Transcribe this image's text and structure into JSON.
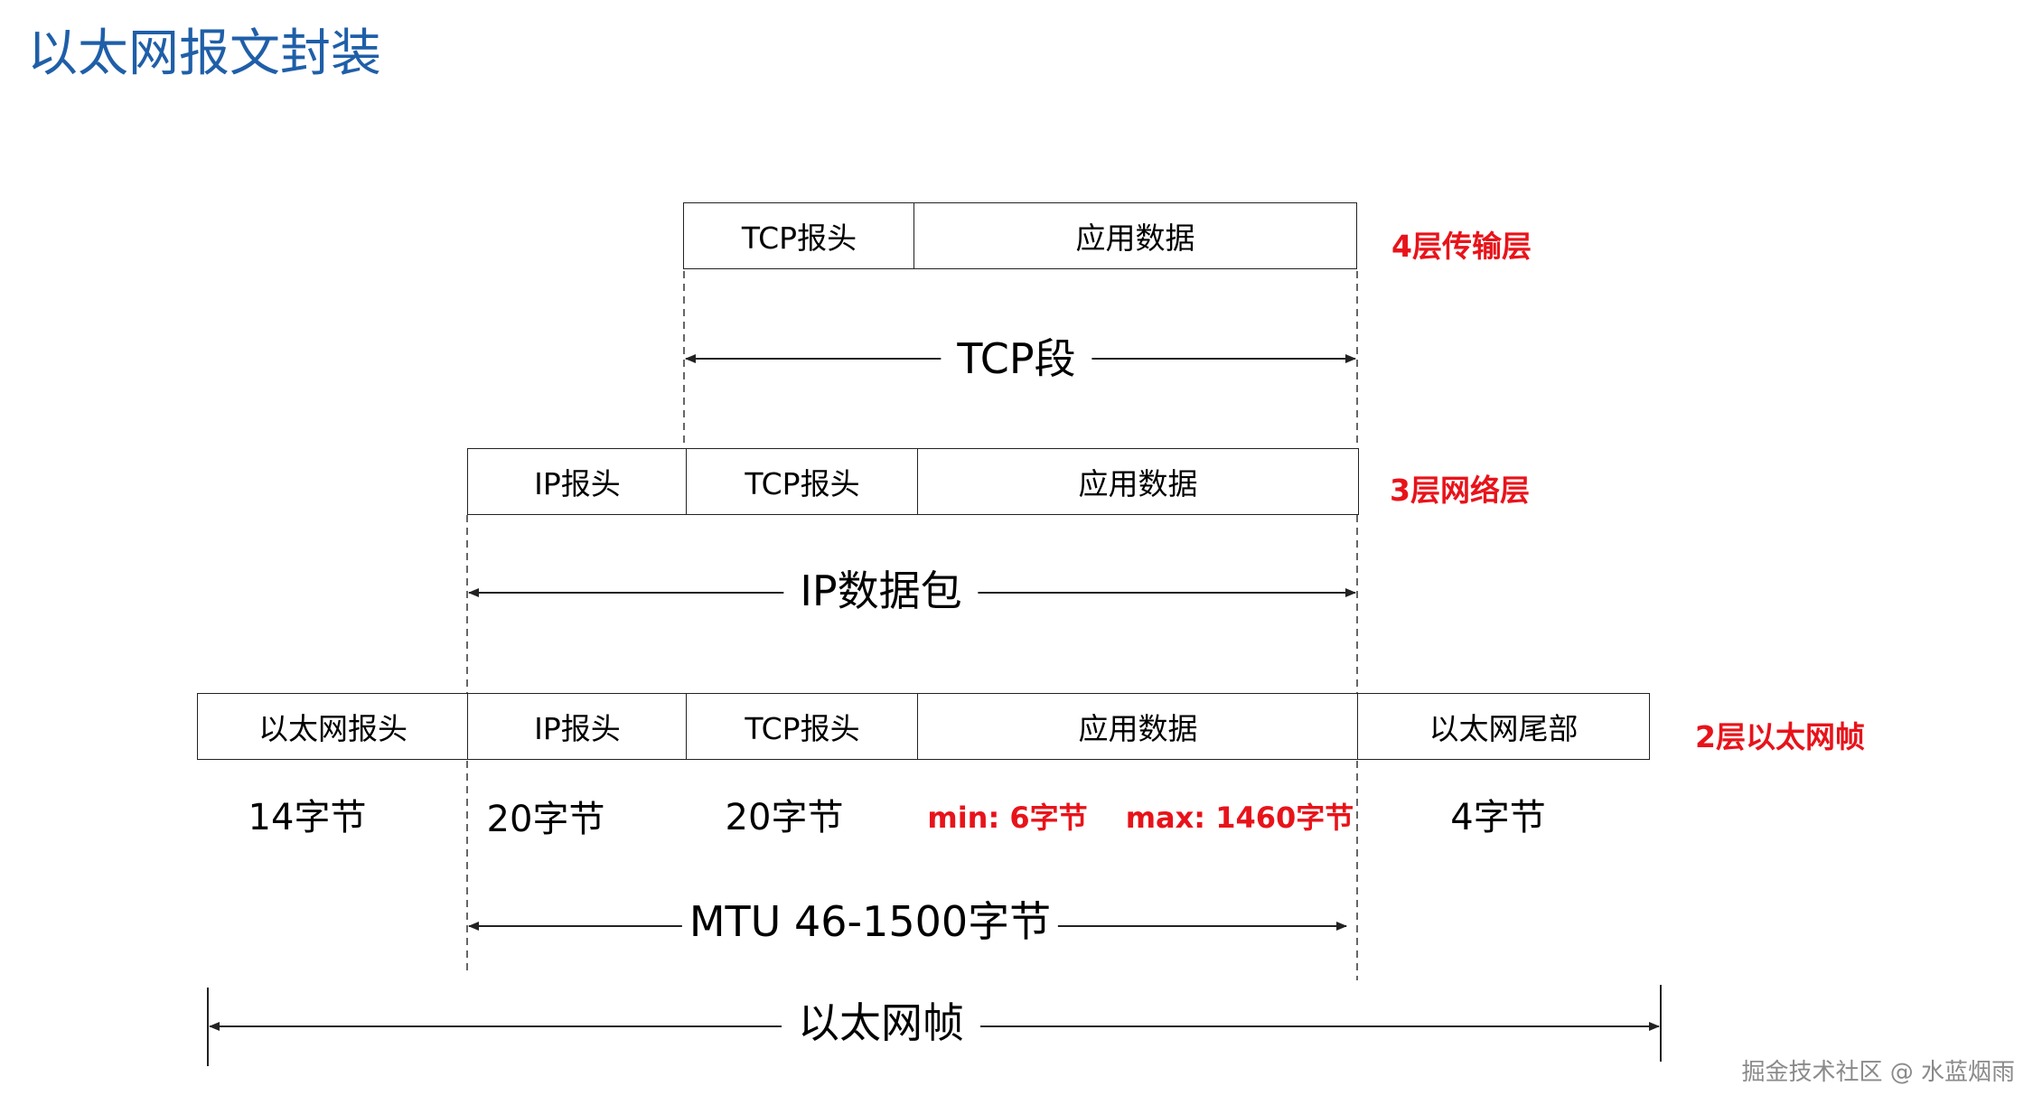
{
  "title": "以太网报文封装",
  "layer4": {
    "tcp_header": "TCP报头",
    "app_data": "应用数据",
    "label": "4层传输层",
    "span_label": "TCP段"
  },
  "layer3": {
    "ip_header": "IP报头",
    "tcp_header": "TCP报头",
    "app_data": "应用数据",
    "label": "3层网络层",
    "span_label": "IP数据包"
  },
  "layer2": {
    "eth_header": "以太网报头",
    "ip_header": "IP报头",
    "tcp_header": "TCP报头",
    "app_data": "应用数据",
    "eth_trailer": "以太网尾部",
    "label": "2层以太网帧"
  },
  "sizes": {
    "eth_header": "14字节",
    "ip_header": "20字节",
    "tcp_header": "20字节",
    "app_min": "min: 6字节",
    "app_max": "max: 1460字节",
    "eth_trailer": "4字节"
  },
  "mtu_label": "MTU 46-1500字节",
  "frame_label": "以太网帧",
  "watermark": "掘金技术社区 @ 水蓝烟雨",
  "colors": {
    "title": "#1f5fa8",
    "layer_label": "#e8131a"
  }
}
